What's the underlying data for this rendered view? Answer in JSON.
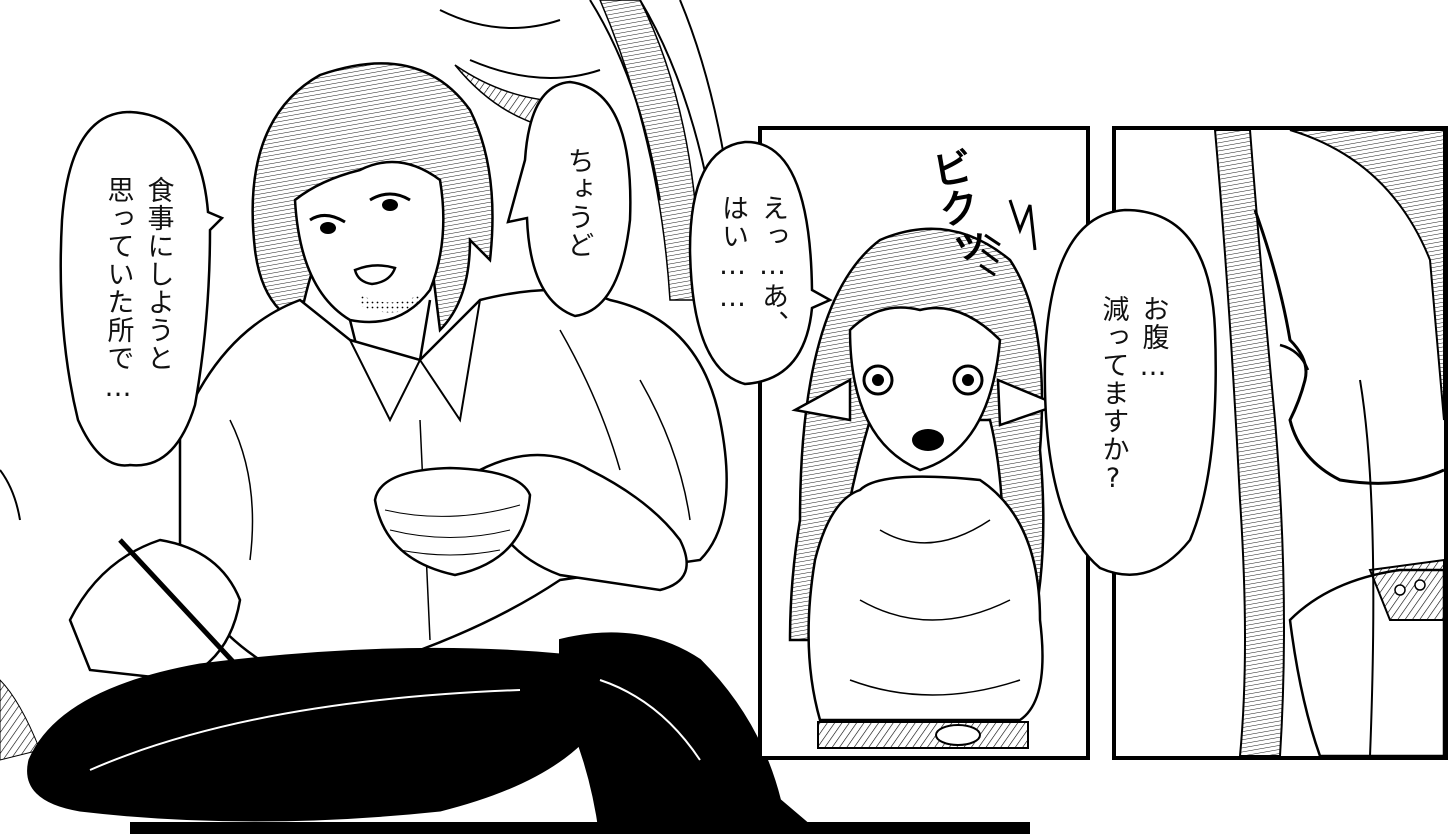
{
  "bubbles": [
    {
      "id": "b1",
      "text": "食事にしようと\n思っていた所で…"
    },
    {
      "id": "b2",
      "text": "ちょうど"
    },
    {
      "id": "b3",
      "text": "えっ…あ、\nはい……"
    },
    {
      "id": "b4",
      "text": "お腹…\n減ってますか?"
    }
  ],
  "sfx": "ビクッ"
}
